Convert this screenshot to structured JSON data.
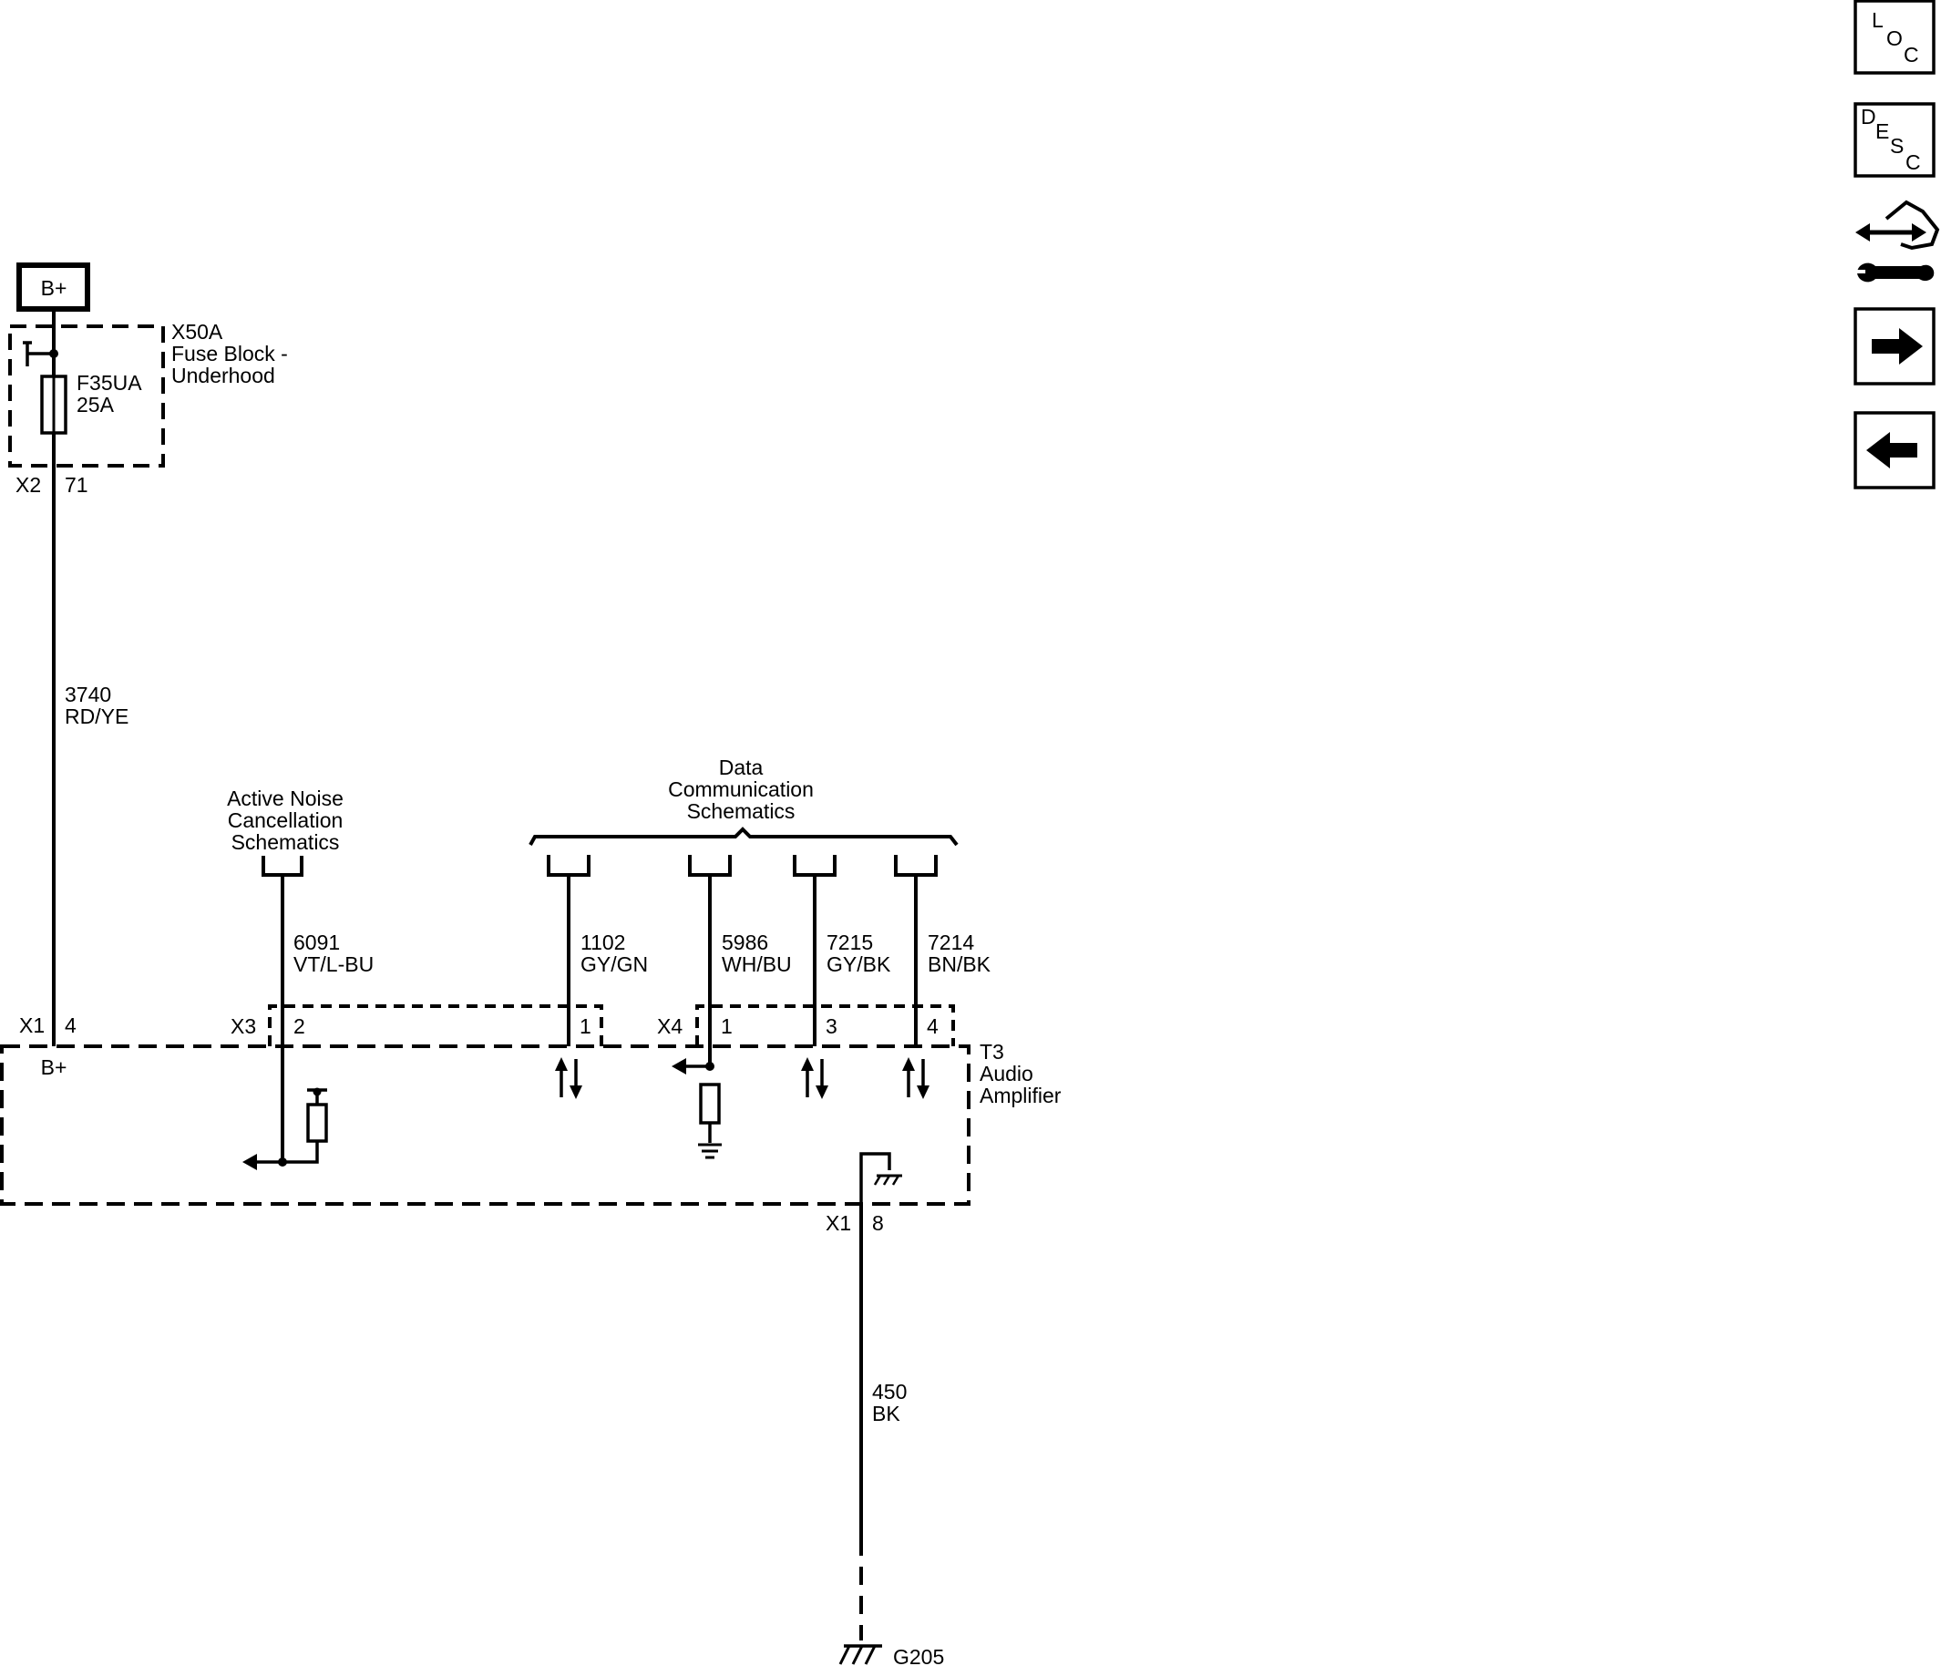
{
  "power": {
    "label": "B+"
  },
  "fuse_block": {
    "id": "X50A",
    "name_line1": "Fuse Block -",
    "name_line2": "Underhood",
    "fuse_id": "F35UA",
    "fuse_rating": "25A",
    "out_connector": "X2",
    "out_pin": "71"
  },
  "wires": {
    "power": {
      "circuit": "3740",
      "color": "RD/YE"
    },
    "anc": {
      "circuit": "6091",
      "color": "VT/L-BU"
    },
    "w1102": {
      "circuit": "1102",
      "color": "GY/GN"
    },
    "w5986": {
      "circuit": "5986",
      "color": "WH/BU"
    },
    "w7215": {
      "circuit": "7215",
      "color": "GY/BK"
    },
    "w7214": {
      "circuit": "7214",
      "color": "BN/BK"
    },
    "ground": {
      "circuit": "450",
      "color": "BK"
    }
  },
  "references": {
    "anc_line1": "Active Noise",
    "anc_line2": "Cancellation",
    "anc_line3": "Schematics",
    "data_line1": "Data",
    "data_line2": "Communication",
    "data_line3": "Schematics"
  },
  "connectors": {
    "x1_top": {
      "connector": "X1",
      "pin": "4",
      "terminal": "B+"
    },
    "x3": {
      "connector": "X3",
      "pin2": "2",
      "pin1": "1"
    },
    "x4": {
      "connector": "X4",
      "pin1": "1",
      "pin3": "3",
      "pin4": "4"
    },
    "x1_bottom": {
      "connector": "X1",
      "pin": "8"
    }
  },
  "amplifier": {
    "id": "T3",
    "name_line1": "Audio",
    "name_line2": "Amplifier"
  },
  "ground": {
    "id": "G205"
  },
  "nav": {
    "loc": [
      "L",
      "O",
      "C"
    ],
    "desc": [
      "D",
      "E",
      "S",
      "C"
    ]
  }
}
